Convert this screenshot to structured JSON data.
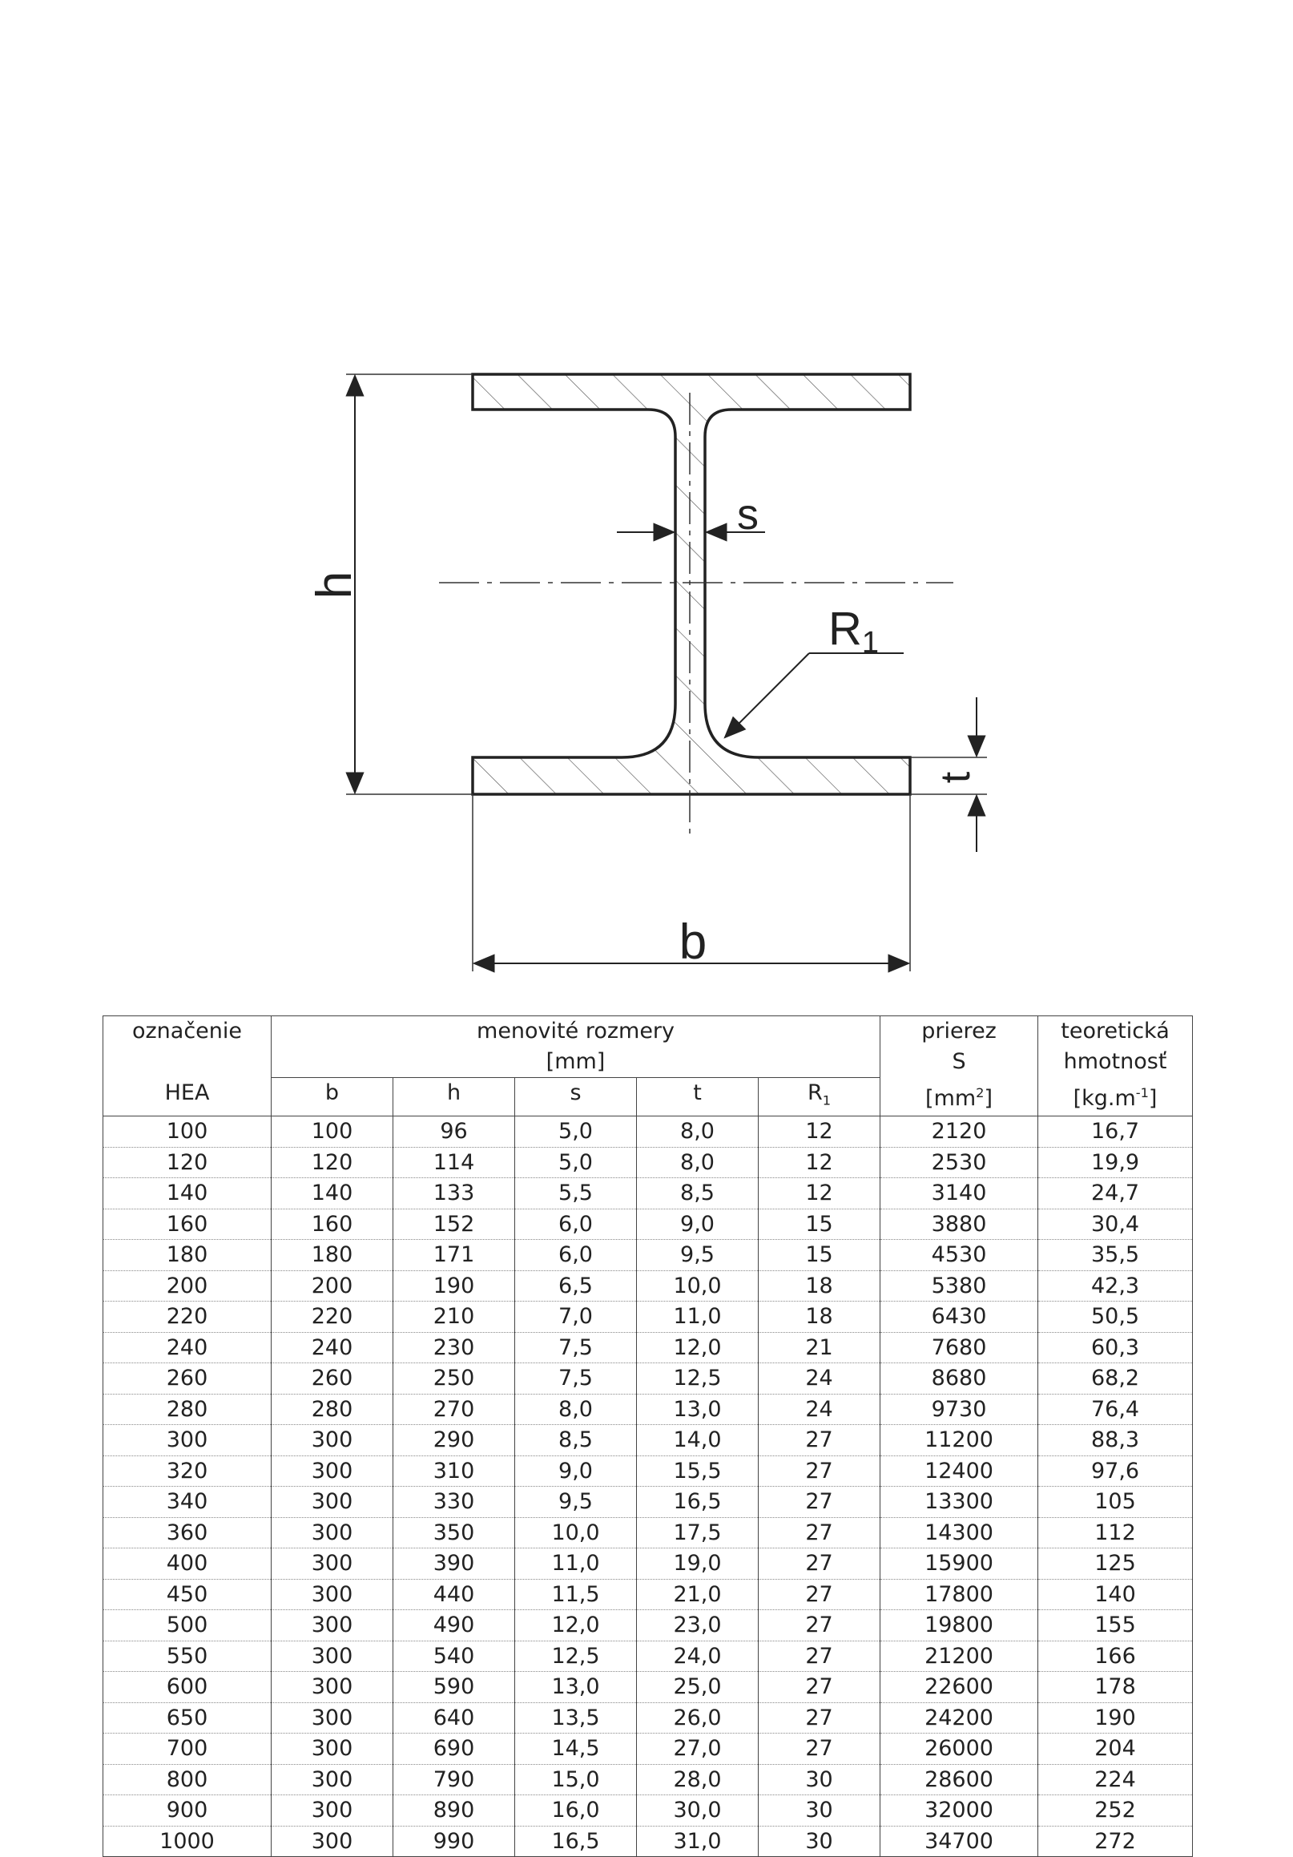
{
  "diagram": {
    "labels": {
      "h": "h",
      "s": "s",
      "r1_main": "R",
      "r1_sub": "1",
      "t": "t",
      "b": "b"
    }
  },
  "table": {
    "header": {
      "designation": "označenie",
      "designation_sub": "HEA",
      "nominal_dims": "menovité rozmery",
      "nominal_unit": "[mm]",
      "col_b": "b",
      "col_h": "h",
      "col_s": "s",
      "col_t": "t",
      "col_r_main": "R",
      "col_r_sub": "1",
      "section": "prierez",
      "section_sym": "S",
      "section_unit_main": "[mm",
      "section_unit_sup": "2",
      "section_unit_end": "]",
      "mass_l1": "teoretická",
      "mass_l2": "hmotnosť",
      "mass_unit_main": "[kg.m",
      "mass_unit_sup": "-1",
      "mass_unit_end": "]"
    },
    "rows": [
      {
        "code": "100",
        "b": "100",
        "h": "96",
        "s": "5,0",
        "t": "8,0",
        "r": "12",
        "area": "2120",
        "mass": "16,7"
      },
      {
        "code": "120",
        "b": "120",
        "h": "114",
        "s": "5,0",
        "t": "8,0",
        "r": "12",
        "area": "2530",
        "mass": "19,9"
      },
      {
        "code": "140",
        "b": "140",
        "h": "133",
        "s": "5,5",
        "t": "8,5",
        "r": "12",
        "area": "3140",
        "mass": "24,7"
      },
      {
        "code": "160",
        "b": "160",
        "h": "152",
        "s": "6,0",
        "t": "9,0",
        "r": "15",
        "area": "3880",
        "mass": "30,4"
      },
      {
        "code": "180",
        "b": "180",
        "h": "171",
        "s": "6,0",
        "t": "9,5",
        "r": "15",
        "area": "4530",
        "mass": "35,5"
      },
      {
        "code": "200",
        "b": "200",
        "h": "190",
        "s": "6,5",
        "t": "10,0",
        "r": "18",
        "area": "5380",
        "mass": "42,3"
      },
      {
        "code": "220",
        "b": "220",
        "h": "210",
        "s": "7,0",
        "t": "11,0",
        "r": "18",
        "area": "6430",
        "mass": "50,5"
      },
      {
        "code": "240",
        "b": "240",
        "h": "230",
        "s": "7,5",
        "t": "12,0",
        "r": "21",
        "area": "7680",
        "mass": "60,3"
      },
      {
        "code": "260",
        "b": "260",
        "h": "250",
        "s": "7,5",
        "t": "12,5",
        "r": "24",
        "area": "8680",
        "mass": "68,2"
      },
      {
        "code": "280",
        "b": "280",
        "h": "270",
        "s": "8,0",
        "t": "13,0",
        "r": "24",
        "area": "9730",
        "mass": "76,4"
      },
      {
        "code": "300",
        "b": "300",
        "h": "290",
        "s": "8,5",
        "t": "14,0",
        "r": "27",
        "area": "11200",
        "mass": "88,3"
      },
      {
        "code": "320",
        "b": "300",
        "h": "310",
        "s": "9,0",
        "t": "15,5",
        "r": "27",
        "area": "12400",
        "mass": "97,6"
      },
      {
        "code": "340",
        "b": "300",
        "h": "330",
        "s": "9,5",
        "t": "16,5",
        "r": "27",
        "area": "13300",
        "mass": "105"
      },
      {
        "code": "360",
        "b": "300",
        "h": "350",
        "s": "10,0",
        "t": "17,5",
        "r": "27",
        "area": "14300",
        "mass": "112"
      },
      {
        "code": "400",
        "b": "300",
        "h": "390",
        "s": "11,0",
        "t": "19,0",
        "r": "27",
        "area": "15900",
        "mass": "125"
      },
      {
        "code": "450",
        "b": "300",
        "h": "440",
        "s": "11,5",
        "t": "21,0",
        "r": "27",
        "area": "17800",
        "mass": "140"
      },
      {
        "code": "500",
        "b": "300",
        "h": "490",
        "s": "12,0",
        "t": "23,0",
        "r": "27",
        "area": "19800",
        "mass": "155"
      },
      {
        "code": "550",
        "b": "300",
        "h": "540",
        "s": "12,5",
        "t": "24,0",
        "r": "27",
        "area": "21200",
        "mass": "166"
      },
      {
        "code": "600",
        "b": "300",
        "h": "590",
        "s": "13,0",
        "t": "25,0",
        "r": "27",
        "area": "22600",
        "mass": "178"
      },
      {
        "code": "650",
        "b": "300",
        "h": "640",
        "s": "13,5",
        "t": "26,0",
        "r": "27",
        "area": "24200",
        "mass": "190"
      },
      {
        "code": "700",
        "b": "300",
        "h": "690",
        "s": "14,5",
        "t": "27,0",
        "r": "27",
        "area": "26000",
        "mass": "204"
      },
      {
        "code": "800",
        "b": "300",
        "h": "790",
        "s": "15,0",
        "t": "28,0",
        "r": "30",
        "area": "28600",
        "mass": "224"
      },
      {
        "code": "900",
        "b": "300",
        "h": "890",
        "s": "16,0",
        "t": "30,0",
        "r": "30",
        "area": "32000",
        "mass": "252"
      },
      {
        "code": "1000",
        "b": "300",
        "h": "990",
        "s": "16,5",
        "t": "31,0",
        "r": "30",
        "area": "34700",
        "mass": "272"
      }
    ]
  }
}
